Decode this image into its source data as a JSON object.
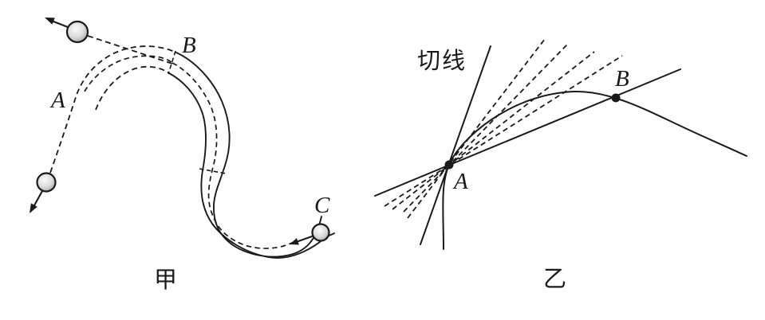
{
  "figure_left": {
    "caption": "甲",
    "labels": {
      "A": "A",
      "B": "B",
      "C": "C"
    }
  },
  "figure_right": {
    "tangent_label": "切线",
    "caption": "乙",
    "labels": {
      "A": "A",
      "B": "B"
    }
  },
  "colors": {
    "stroke": "#1a1a1a",
    "background": "#ffffff",
    "ball_fill_light": "#fafafa",
    "ball_fill_dark": "#9e9e9e"
  }
}
